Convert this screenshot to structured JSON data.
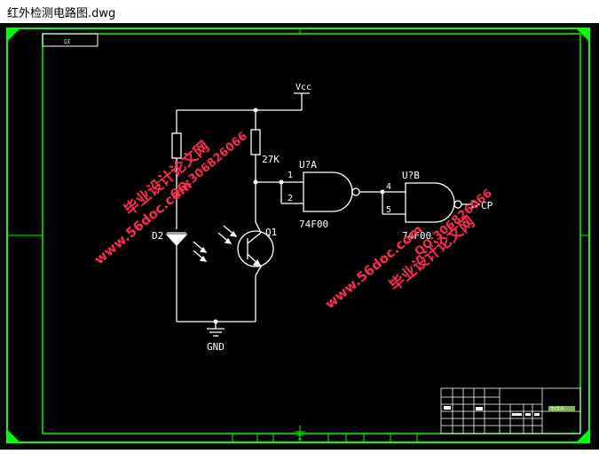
{
  "window": {
    "title": "红外检测电路图.dwg"
  },
  "colors": {
    "background": "#000000",
    "wire": "#ffffff",
    "frame": "#00ff00",
    "watermark": "#ff2b4f"
  },
  "border": {
    "corner_label": "ﾛﾇ"
  },
  "schematic": {
    "vcc_label": "Vcc",
    "gnd_label": "GND",
    "resistor_label": "27K",
    "diode_label": "D2",
    "transistor_label": "Q1",
    "gate_a": {
      "ref": "U?A",
      "part": "74F00",
      "pin_in1": "1",
      "pin_in2": "2"
    },
    "gate_b": {
      "ref": "U?B",
      "part": "74F00",
      "pin_in1": "4",
      "pin_in2": "5"
    },
    "output_label": "CP"
  },
  "watermarks": {
    "site_name": "毕业设计论文网",
    "site_url": "www.56doc.com",
    "qq": "QQ:306826066"
  },
  "title_block": {
    "title_cell": "ｾｲｶｿﾄ"
  }
}
